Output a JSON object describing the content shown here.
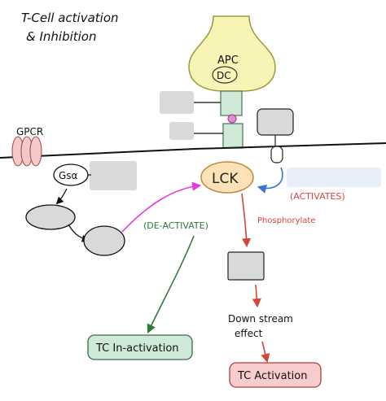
{
  "title": {
    "line1": "T-Cell activation",
    "line2": "& Inhibition"
  },
  "apc": {
    "label": "APC",
    "sublabel": "DC"
  },
  "gpcr": {
    "label": "GPCR"
  },
  "gsa": {
    "label": "Gsα"
  },
  "lck": {
    "label": "LCK"
  },
  "labels": {
    "activates": "(ACTIVATES)",
    "deactivate": "(DE-ACTIVATE)",
    "phosphorylate": "Phosphorylate",
    "downstream_line1": "Down stream",
    "downstream_line2": "effect"
  },
  "outcomes": {
    "inactivation": "TC In-activation",
    "activation": "TC Activation"
  },
  "colors": {
    "apc_fill": "#f8f4b6",
    "apc_stroke": "#9a9a3a",
    "tcr_fill": "#cfe9d6",
    "tcr_stroke": "#5a7a60",
    "lck_fill": "#fde2b8",
    "lck_stroke": "#c28a3a",
    "gpcr_fill": "#f5c9c9",
    "inact_fill": "#cfe9d8",
    "act_fill": "#f8cccc",
    "green_arrow": "#2f7a3a",
    "red_arrow": "#d6453a",
    "magenta_arrow": "#e53ad8",
    "blue_arrow": "#3a73d6",
    "blank_box": "#d9d9d9"
  }
}
